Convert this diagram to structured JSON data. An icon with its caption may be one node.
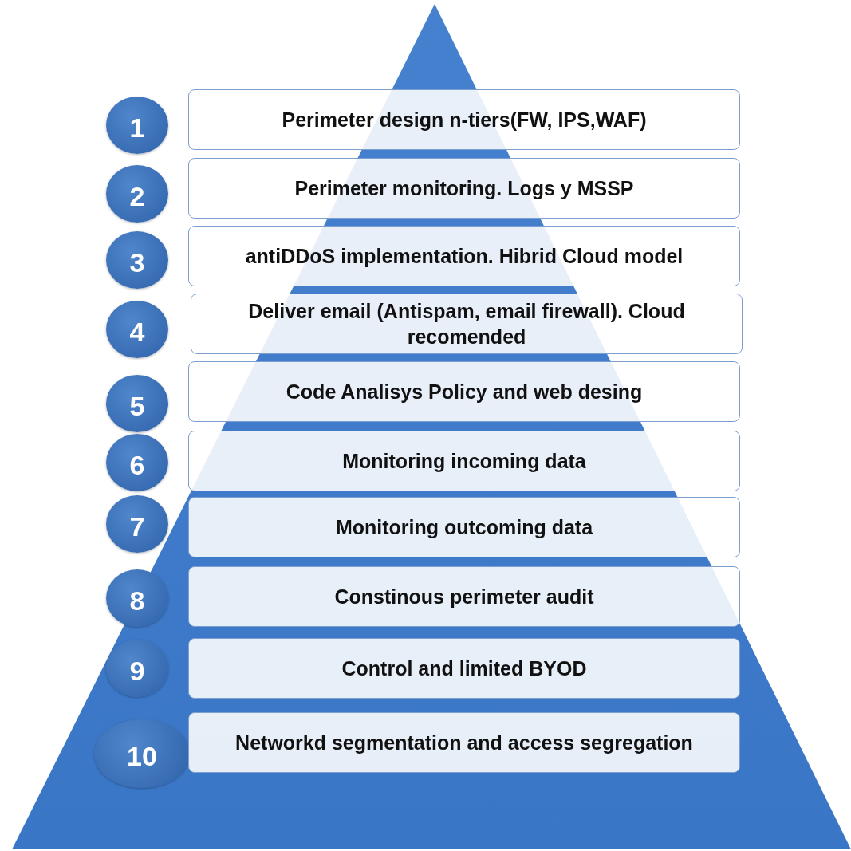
{
  "diagram": {
    "nodes": [
      {
        "text": [
          "1"
        ]
      },
      {
        "text": [
          "Perimeter design n-tiers(FW, IPS,WAF)"
        ]
      },
      {
        "text": [
          "2"
        ]
      },
      {
        "text": [
          "Perimeter monitoring. Logs y  MSSP"
        ]
      },
      {
        "text": [
          "3"
        ]
      },
      {
        "text": [
          "antiDDoS implementation. Hibrid Cloud model"
        ]
      },
      {
        "text": [
          "4"
        ]
      },
      {
        "text": [
          "Deliver email (Antispam, email firewall). Cloud recomended"
        ]
      },
      {
        "text": [
          "5"
        ]
      },
      {
        "text": [
          "Code Analisys Policy and web desing"
        ]
      },
      {
        "text": [
          "6"
        ]
      },
      {
        "text": [
          "Monitoring incoming data"
        ]
      },
      {
        "text": [
          "7"
        ]
      },
      {
        "text": [
          "Monitoring outcoming data"
        ]
      },
      {
        "text": [
          "8"
        ]
      },
      {
        "text": [
          "Constinous perimeter audit"
        ]
      },
      {
        "text": [
          "9"
        ]
      },
      {
        "text": [
          "Control and limited BYOD"
        ]
      },
      {
        "text": [
          "10"
        ]
      },
      {
        "text": [
          "Networkd segmentation and access segregation"
        ]
      }
    ]
  }
}
